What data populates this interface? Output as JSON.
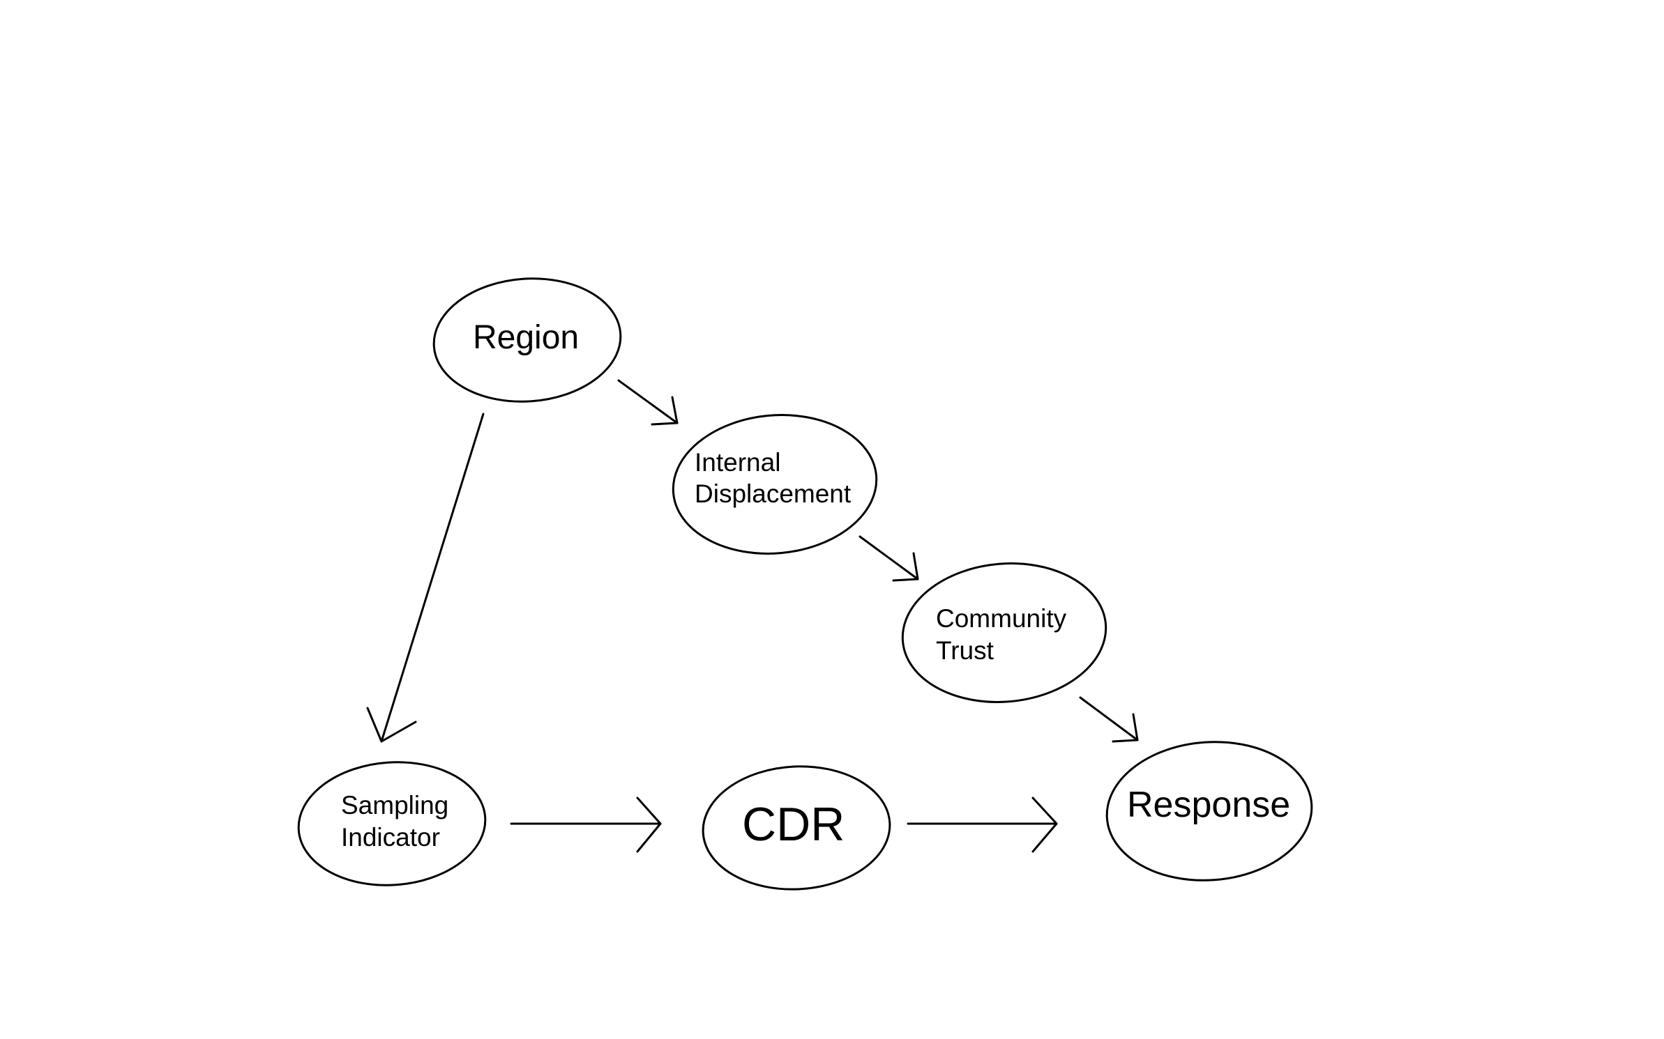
{
  "diagram": {
    "nodes": {
      "region": {
        "lines": [
          "Region"
        ]
      },
      "internal_displacement": {
        "lines": [
          "Internal",
          "Displacement"
        ]
      },
      "community_trust": {
        "lines": [
          "Community",
          "Trust"
        ]
      },
      "sampling_indicator": {
        "lines": [
          "Sampling",
          "Indicator"
        ]
      },
      "cdr": {
        "lines": [
          "CDR"
        ]
      },
      "response": {
        "lines": [
          "Response"
        ]
      }
    },
    "edges": [
      {
        "from": "region",
        "to": "internal_displacement"
      },
      {
        "from": "region",
        "to": "sampling_indicator"
      },
      {
        "from": "internal_displacement",
        "to": "community_trust"
      },
      {
        "from": "community_trust",
        "to": "response"
      },
      {
        "from": "sampling_indicator",
        "to": "cdr"
      },
      {
        "from": "cdr",
        "to": "response"
      }
    ]
  }
}
